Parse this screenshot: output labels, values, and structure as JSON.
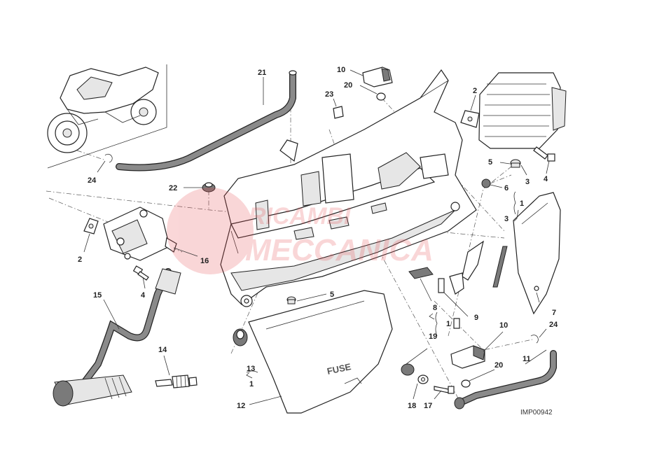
{
  "diagram": {
    "title": "Electrical devices / fuse box exploded view",
    "drawing_code": "IMP00942",
    "watermark": {
      "line1": "RICAMBI",
      "line2": "MECCANICA",
      "color": "#e8474c"
    },
    "fuse_cover_text": "FUSE",
    "callouts": [
      {
        "id": "c21",
        "label": "21"
      },
      {
        "id": "c10a",
        "label": "10"
      },
      {
        "id": "c20a",
        "label": "20"
      },
      {
        "id": "c23",
        "label": "23"
      },
      {
        "id": "c2a",
        "label": "2"
      },
      {
        "id": "c24a",
        "label": "24"
      },
      {
        "id": "c22",
        "label": "22"
      },
      {
        "id": "c2b",
        "label": "2"
      },
      {
        "id": "c16",
        "label": "16"
      },
      {
        "id": "c4a",
        "label": "4"
      },
      {
        "id": "c15",
        "label": "15"
      },
      {
        "id": "c14",
        "label": "14"
      },
      {
        "id": "c5a",
        "label": "5"
      },
      {
        "id": "c13",
        "label": "13"
      },
      {
        "id": "c1a",
        "label": "1"
      },
      {
        "id": "c12",
        "label": "12"
      },
      {
        "id": "c5b",
        "label": "5"
      },
      {
        "id": "c3a",
        "label": "3"
      },
      {
        "id": "c4b",
        "label": "4"
      },
      {
        "id": "c6",
        "label": "6"
      },
      {
        "id": "c1b",
        "label": "1"
      },
      {
        "id": "c3b",
        "label": "3"
      },
      {
        "id": "c7",
        "label": "7"
      },
      {
        "id": "c8",
        "label": "8"
      },
      {
        "id": "c9",
        "label": "9"
      },
      {
        "id": "c1c",
        "label": "1"
      },
      {
        "id": "c19",
        "label": "19"
      },
      {
        "id": "c10b",
        "label": "10"
      },
      {
        "id": "c24b",
        "label": "24"
      },
      {
        "id": "c20b",
        "label": "20"
      },
      {
        "id": "c11",
        "label": "11"
      },
      {
        "id": "c18",
        "label": "18"
      },
      {
        "id": "c17",
        "label": "17"
      }
    ]
  }
}
